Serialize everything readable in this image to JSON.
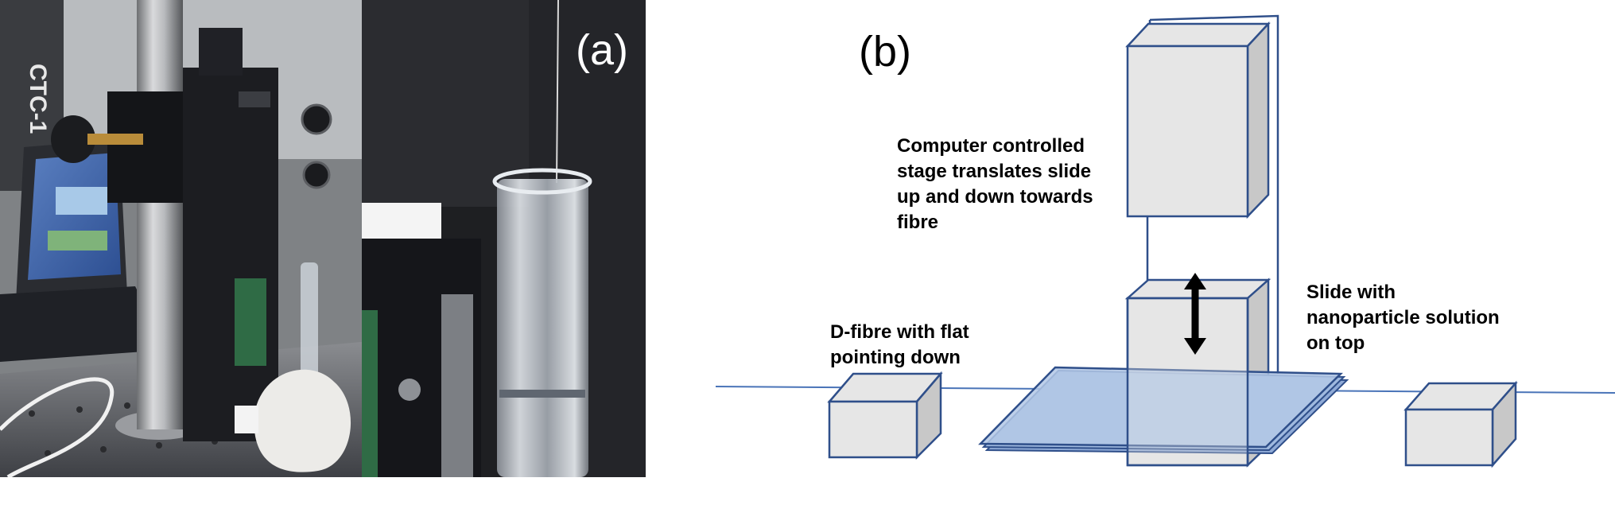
{
  "figure": {
    "panel_a_label": "(a)",
    "panel_b_label": "(b)"
  },
  "annotations": {
    "stage": [
      "Computer controlled",
      "stage translates slide",
      "up and down towards",
      "fibre"
    ],
    "slide": [
      "Slide with",
      "nanoparticle solution",
      "on top"
    ],
    "fibre": [
      "D-fibre with flat",
      "pointing down"
    ]
  },
  "photo": {
    "stage_text": "CTC-1"
  },
  "colors": {
    "outline_blue": "#2f4f8a",
    "fibre_line": "#4a74b8",
    "box_face": "#e6e6e6",
    "box_side": "#c8c8c8",
    "slide_fill": "#9fb9df"
  }
}
